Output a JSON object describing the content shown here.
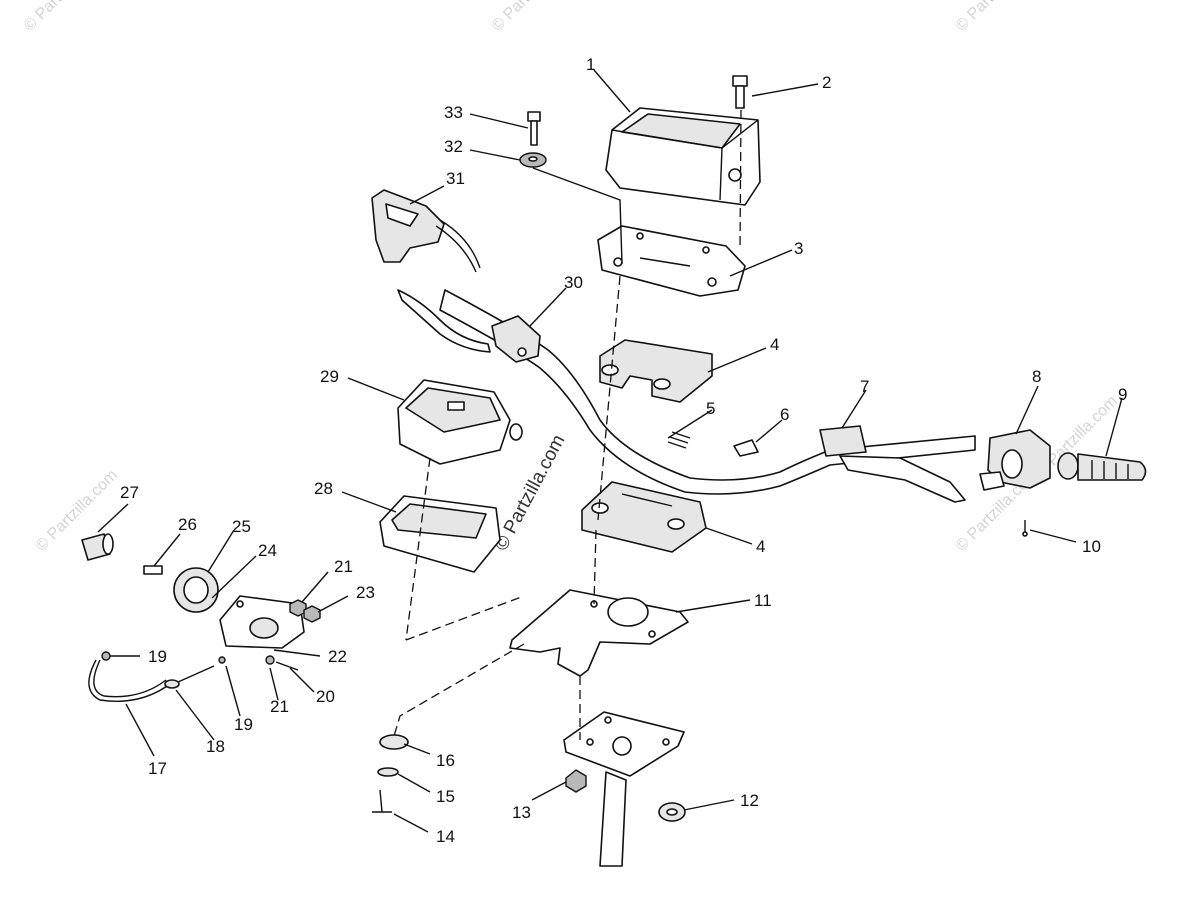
{
  "watermark": {
    "center": "© Partzilla.com",
    "tiles": [
      "© Partzilla.com"
    ]
  },
  "callouts": [
    "1",
    "2",
    "3",
    "4",
    "4",
    "5",
    "6",
    "7",
    "8",
    "9",
    "10",
    "11",
    "12",
    "13",
    "14",
    "15",
    "16",
    "17",
    "18",
    "19",
    "19",
    "20",
    "21",
    "21",
    "22",
    "23",
    "24",
    "25",
    "26",
    "27",
    "28",
    "29",
    "30",
    "31",
    "32",
    "33"
  ]
}
